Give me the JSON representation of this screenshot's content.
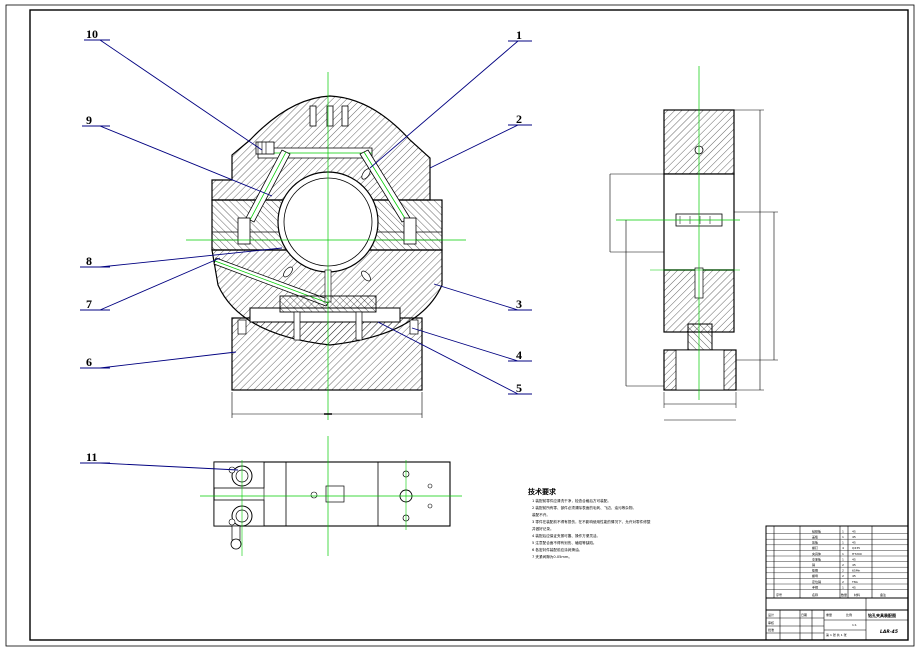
{
  "balloons": [
    {
      "num": "1"
    },
    {
      "num": "2"
    },
    {
      "num": "3"
    },
    {
      "num": "4"
    },
    {
      "num": "5"
    },
    {
      "num": "6"
    },
    {
      "num": "7"
    },
    {
      "num": "8"
    },
    {
      "num": "9"
    },
    {
      "num": "10"
    },
    {
      "num": "11"
    }
  ],
  "tech": {
    "title": "技术要求",
    "lines": [
      "1 装配前零件应清洗干净，检查合格后方可装配。",
      "2 装配前所有零、部件必须清除表面的毛刺、飞边、油污等杂物。",
      "   装配不许。",
      "3 零件在装配前不得有损伤，在不影响使用性能的情况下，允许对零件修整",
      "   并做好记录。",
      "4 装配后应保证夹紧可靠、操作方便灵活。",
      "5 注意配合面不得有划伤、磕碰等缺陷。",
      "6 各密封件装配前应涂润滑油。",
      "7 夹紧间隙为0.05mm。"
    ]
  },
  "title_block": {
    "drawing_code": "LAR-45",
    "name": "钻孔夹具装配图",
    "scale": "1:1",
    "sheet": "第 1 张  共 1 张",
    "parts": [
      {
        "name": "钻模板",
        "qty": "1",
        "mat": "45"
      },
      {
        "name": "盖板",
        "qty": "1",
        "mat": "45"
      },
      {
        "name": "压板",
        "qty": "1",
        "mat": "45"
      },
      {
        "name": "螺钉",
        "qty": "4",
        "mat": "Q235"
      },
      {
        "name": "夹具体",
        "qty": "1",
        "mat": "HT200"
      },
      {
        "name": "支承板",
        "qty": "1",
        "mat": "45"
      },
      {
        "name": "销",
        "qty": "2",
        "mat": "45"
      },
      {
        "name": "垫圈",
        "qty": "2",
        "mat": "65Mn"
      },
      {
        "name": "螺母",
        "qty": "2",
        "mat": "45"
      },
      {
        "name": "定位销",
        "qty": "2",
        "mat": "T8A"
      },
      {
        "name": "手柄",
        "qty": "1",
        "mat": "45"
      }
    ],
    "header": {
      "seq": "序号",
      "name": "名称",
      "qty": "数量",
      "mat": "材料",
      "note": "备注"
    },
    "sign": {
      "design": "设计",
      "check": "审核",
      "approve": "批准",
      "date": "日期",
      "weight": "重量",
      "ratio": "比例"
    }
  },
  "colors": {
    "line": "#000000",
    "center": "#00cc00",
    "annot": "#000080",
    "hatch": "#000000"
  }
}
